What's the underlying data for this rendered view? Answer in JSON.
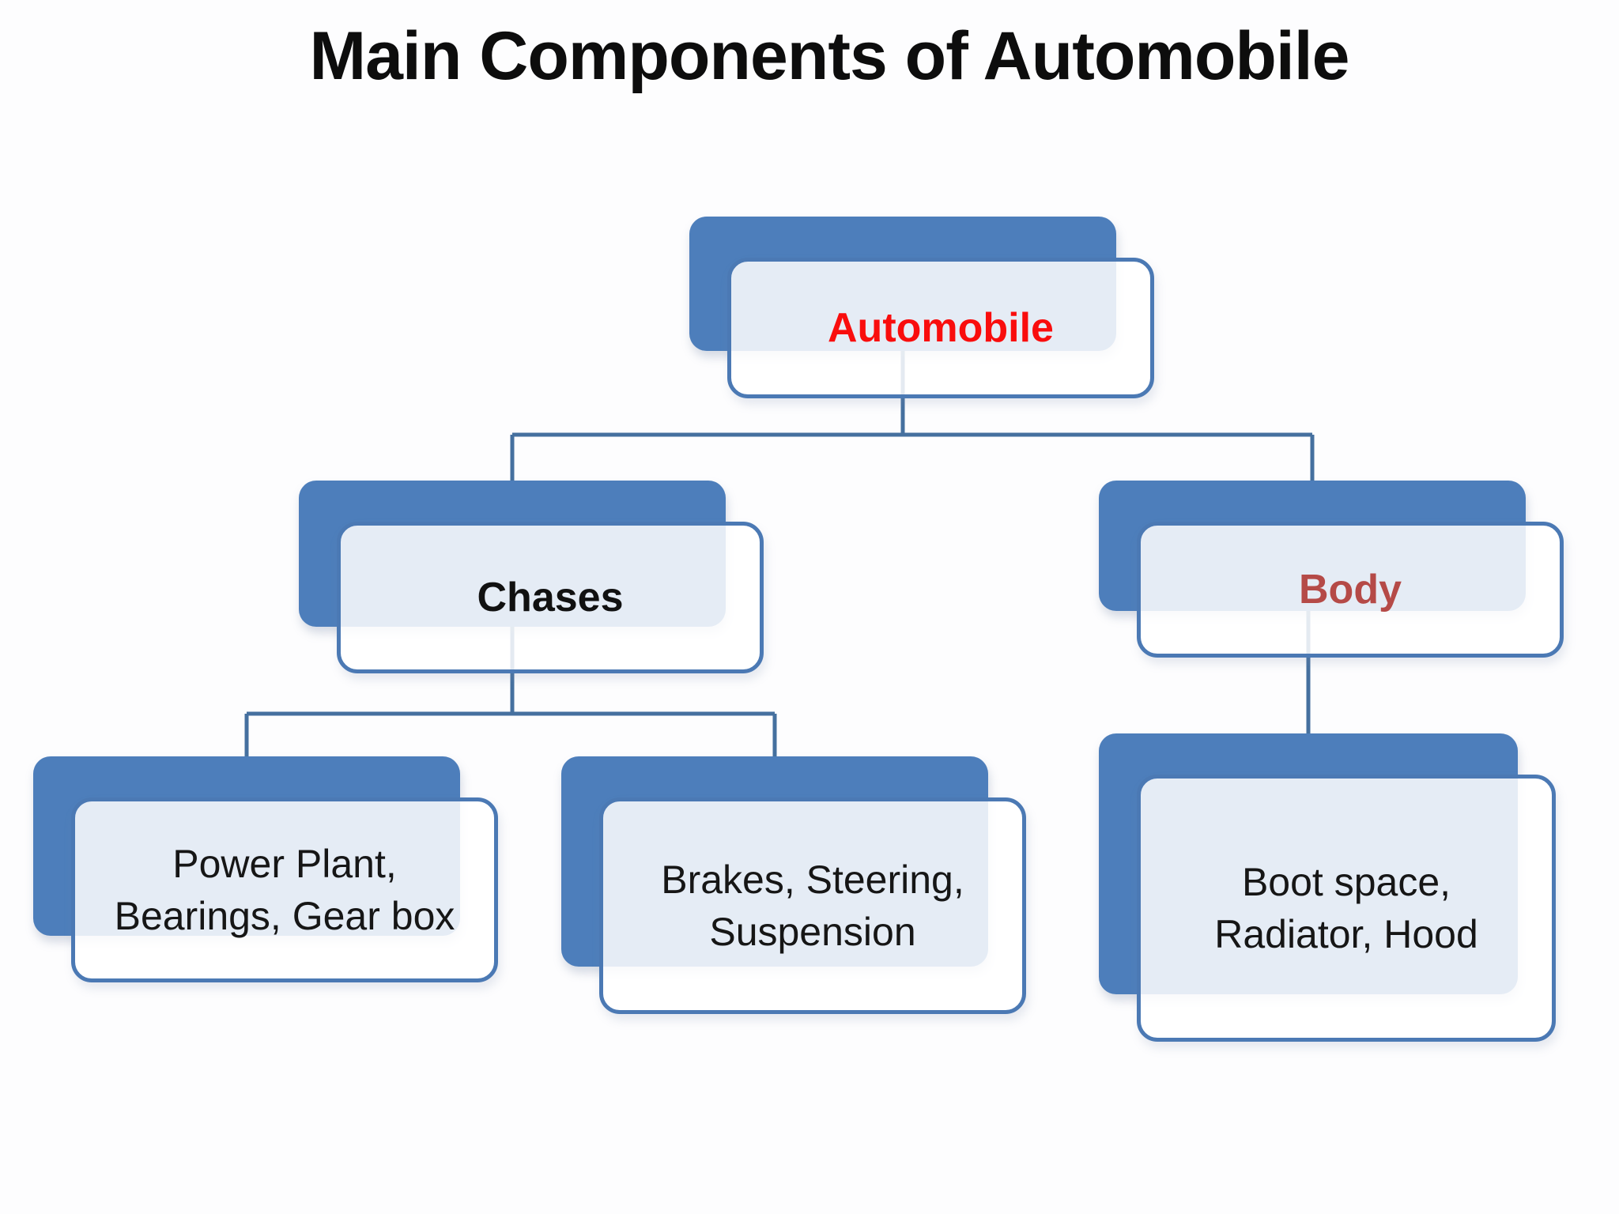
{
  "title": "Main Components of Automobile",
  "colors": {
    "background": "#fdfdfe",
    "node_fill_blue": "#4d7ebb",
    "node_border_blue": "#4b79b4",
    "connector_blue": "#45709f",
    "title_text": "#0d0d0d",
    "root_label_red": "#f90d0d",
    "body_label_brick": "#b54a47",
    "default_label": "#161616"
  },
  "nodes": [
    {
      "id": "automobile",
      "label_lines": [
        "Automobile"
      ],
      "text_color": "#f90d0d",
      "emphasis": "bold",
      "back": [
        872,
        274,
        540,
        170
      ],
      "front": [
        920,
        326,
        540,
        178
      ]
    },
    {
      "id": "chases",
      "label_lines": [
        "Chases"
      ],
      "text_color": "#111111",
      "emphasis": "bold",
      "back": [
        378,
        608,
        540,
        185
      ],
      "front": [
        426,
        660,
        540,
        192
      ]
    },
    {
      "id": "body",
      "label_lines": [
        "Body"
      ],
      "text_color": "#b54a47",
      "emphasis": "bold",
      "back": [
        1390,
        608,
        540,
        165
      ],
      "front": [
        1438,
        660,
        540,
        172
      ]
    },
    {
      "id": "power-plant",
      "label_lines": [
        "Power Plant,",
        "Bearings, Gear box"
      ],
      "text_color": "#161616",
      "emphasis": "normal",
      "back": [
        42,
        957,
        540,
        227
      ],
      "front": [
        90,
        1009,
        540,
        234
      ]
    },
    {
      "id": "brakes-steering",
      "label_lines": [
        "Brakes, Steering,",
        "Suspension"
      ],
      "text_color": "#161616",
      "emphasis": "normal",
      "back": [
        710,
        957,
        540,
        266
      ],
      "front": [
        758,
        1009,
        540,
        274
      ]
    },
    {
      "id": "boot-space",
      "label_lines": [
        "Boot space,",
        "Radiator, Hood"
      ],
      "text_color": "#161616",
      "emphasis": "normal",
      "back": [
        1390,
        928,
        530,
        330
      ],
      "front": [
        1438,
        980,
        530,
        338
      ]
    }
  ],
  "connectors": [
    {
      "from": "automobile",
      "to": "split-row2",
      "points": [
        [
          1142,
          420
        ],
        [
          1142,
          550
        ]
      ]
    },
    {
      "from": "split-row2",
      "to": "split-row2",
      "points": [
        [
          648,
          550
        ],
        [
          1660,
          550
        ]
      ]
    },
    {
      "from": "split-row2",
      "to": "chases",
      "points": [
        [
          648,
          550
        ],
        [
          648,
          614
        ]
      ]
    },
    {
      "from": "split-row2",
      "to": "body",
      "points": [
        [
          1660,
          550
        ],
        [
          1660,
          614
        ]
      ]
    },
    {
      "from": "chases",
      "to": "split-row3",
      "points": [
        [
          648,
          770
        ],
        [
          648,
          903
        ]
      ]
    },
    {
      "from": "split-row3",
      "to": "split-row3",
      "points": [
        [
          312,
          903
        ],
        [
          980,
          903
        ]
      ]
    },
    {
      "from": "split-row3",
      "to": "power-plant",
      "points": [
        [
          312,
          903
        ],
        [
          312,
          962
        ]
      ]
    },
    {
      "from": "split-row3",
      "to": "brakes-steering",
      "points": [
        [
          980,
          903
        ],
        [
          980,
          962
        ]
      ]
    },
    {
      "from": "body",
      "to": "boot-space",
      "points": [
        [
          1655,
          750
        ],
        [
          1655,
          935
        ]
      ]
    }
  ]
}
